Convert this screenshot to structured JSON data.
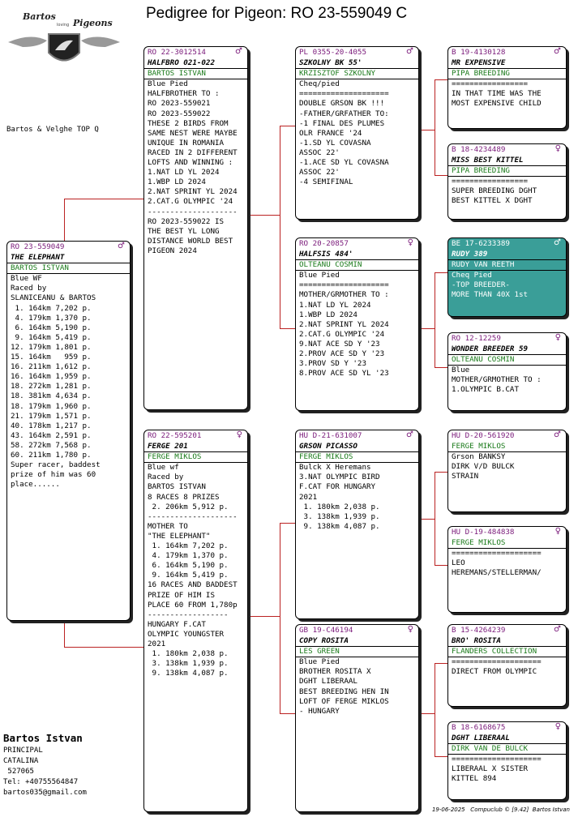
{
  "page_title": "Pedigree for Pigeon: RO  23-559049 C",
  "logo": {
    "line1": "Bartos",
    "line2": "Pigeons",
    "small": "loving"
  },
  "owner_tag": "Bartos & Velghe TOP Q",
  "colors": {
    "ring": "#7a1a7a",
    "breeder": "#1a7a1a",
    "connector": "#b22222",
    "highlight": "#3a9e98"
  },
  "birds": {
    "subject": {
      "ring": "RO  23-559049",
      "sex": "♂",
      "name": "THE ELEPHANT",
      "breeder": "BARTOS ISTVAN",
      "lines": [
        "Blue WF",
        "Raced by",
        "SLANICEANU & BARTOS",
        " 1. 164km 7,202 p.",
        " 4. 179km 1,370 p.",
        " 6. 164km 5,190 p.",
        " 9. 164km 5,419 p.",
        "12. 179km 1,801 p.",
        "15. 164km   959 p.",
        "16. 211km 1,612 p.",
        "16. 164km 1,959 p.",
        "18. 272km 1,281 p.",
        "18. 381km 4,634 p.",
        "18. 179km 1,960 p.",
        "21. 179km 1,571 p.",
        "40. 178km 1,217 p.",
        "43. 164km 2,591 p.",
        "58. 272km 7,568 p.",
        "60. 211km 1,780 p.",
        "Super racer, baddest",
        "prize of him was 60",
        "place......"
      ]
    },
    "sire": {
      "ring": "RO  22-3012514",
      "sex": "♂",
      "name": "HALFBRO 021-022",
      "breeder": "BARTOS ISTVAN",
      "lines": [
        "Blue Pied",
        "HALFBROTHER TO :",
        "RO 2023-559021",
        "RO 2023-559022",
        "THESE 2 BIRDS FROM",
        "SAME NEST WERE MAYBE",
        "UNIQUE IN ROMANIA",
        "RACED IN 2 DIFFERENT",
        "LOFTS AND WINNING :",
        "1.NAT LD YL 2024",
        "1.WBP LD 2024",
        "2.NAT SPRINT YL 2024",
        "2.CAT.G OLYMPIC '24",
        "--------------------",
        "RO 2023-559022 IS",
        "THE BEST YL LONG",
        "DISTANCE WORLD BEST",
        "PIGEON 2024"
      ]
    },
    "dam": {
      "ring": "RO  22-595201",
      "sex": "♀",
      "name": "FERGE 201",
      "breeder": "FERGE MIKLOS",
      "lines": [
        "Blue wf",
        "Raced by",
        "BARTOS ISTVAN",
        "8 RACES 8 PRIZES",
        " 2. 206km 5,912 p.",
        "--------------------",
        "MOTHER TO",
        "\"THE ELEPHANT\"",
        " 1. 164km 7,202 p.",
        " 4. 179km 1,370 p.",
        " 6. 164km 5,190 p.",
        " 9. 164km 5,419 p.",
        "16 RACES AND BADDEST",
        "PRIZE OF HIM IS",
        "PLACE 60 FROM 1,780p",
        "------------------",
        "HUNGARY F.CAT",
        "OLYMPIC YOUNGSTER",
        "2021",
        " 1. 180km 2,038 p.",
        " 3. 138km 1,939 p.",
        " 9. 138km 4,087 p."
      ]
    },
    "ss": {
      "ring": "PL  0355-20-4055",
      "sex": "♂",
      "name": "SZKOLNY BK 55'",
      "breeder": "KRZISZTOF SZKOLNY",
      "lines": [
        "Cheq/pied",
        "====================",
        "DOUBLE GRSON BK !!!",
        "-FATHER/GRFATHER TO:",
        "-1 FINAL DES PLUMES",
        "OLR FRANCE '24",
        "-1.SD YL COVASNA",
        "ASSOC 22'",
        "-1.ACE SD YL COVASNA",
        "ASSOC 22'",
        "-4 SEMIFINAL"
      ]
    },
    "sd": {
      "ring": "RO  20-20857",
      "sex": "♀",
      "name": "HALFSIS 484'",
      "breeder": "OLTEANU COSMIN",
      "lines": [
        "Blue Pied",
        "====================",
        "MOTHER/GRMOTHER TO :",
        "1.NAT LD YL 2024",
        "1.WBP LD 2024",
        "2.NAT SPRINT YL 2024",
        "2.CAT.G OLYMPIC '24",
        "9.NAT ACE SD Y '23",
        "2.PROV ACE SD Y '23",
        "3.PROV SD Y '23",
        "8.PROV ACE SD YL '23"
      ]
    },
    "ds": {
      "ring": "HU  D-21-631007",
      "sex": "♂",
      "name": "GRSON PICASSO",
      "breeder": "FERGE MIKLOS",
      "lines": [
        "Bulck X Heremans",
        "3.NAT OLYMPIC BIRD",
        "F.CAT FOR HUNGARY",
        "2021",
        " 1. 180km 2,038 p.",
        " 3. 138km 1,939 p.",
        " 9. 138km 4,087 p."
      ]
    },
    "dd": {
      "ring": "GB  19-C46194",
      "sex": "♀",
      "name": "COPY ROSITA",
      "breeder": "LES GREEN",
      "lines": [
        "Blue Pied",
        "BROTHER ROSITA X",
        "DGHT LIBERAAL",
        "BEST BREEDING HEN IN",
        "LOFT OF FERGE MIKLOS",
        "- HUNGARY"
      ]
    },
    "sss": {
      "ring": "B   19-4130128",
      "sex": "♂",
      "name": "MR EXPENSIVE",
      "breeder": "PIPA BREEDING",
      "lines": [
        "=================",
        "IN THAT TIME WAS THE",
        "MOST EXPENSIVE CHILD"
      ]
    },
    "ssd": {
      "ring": "B   18-4234489",
      "sex": "♀",
      "name": "MISS BEST KITTEL",
      "breeder": "PIPA BREEDING",
      "lines": [
        "=================",
        "SUPER BREEDING DGHT",
        "BEST KITTEL X DGHT"
      ]
    },
    "sds": {
      "ring": "BE  17-6233389",
      "sex": "♂",
      "name": "RUDY 389",
      "breeder": "RUDY VAN REETH",
      "lines": [
        "Cheq Pied",
        "-TOP BREEDER-",
        "MORE THAN 40X 1st"
      ]
    },
    "sdd": {
      "ring": "RO  12-12259",
      "sex": "♀",
      "name": "WONDER BREEDER 59",
      "breeder": "OLTEANU COSMIN",
      "lines": [
        "Blue",
        "MOTHER/GRMOTHER TO :",
        "1.OLYMPIC B.CAT"
      ]
    },
    "dss": {
      "ring": "HU  D-20-561920",
      "sex": "♂",
      "name": "",
      "breeder": "FERGE MIKLOS",
      "lines": [
        "Grson BANKSY",
        "DIRK V/D BULCK",
        "STRAIN"
      ]
    },
    "dsd": {
      "ring": "HU  D-19-484838",
      "sex": "♀",
      "name": "",
      "breeder": "FERGE MIKLOS",
      "lines": [
        "====================",
        "LEO",
        "HEREMANS/STELLERMAN/"
      ]
    },
    "dds": {
      "ring": "B   15-4264239",
      "sex": "♂",
      "name": "BRO' ROSITA",
      "breeder": "FLANDERS COLLECTION",
      "lines": [
        "",
        "====================",
        "DIRECT FROM OLYMPIC"
      ]
    },
    "ddd": {
      "ring": "B   18-6168675",
      "sex": "♀",
      "name": "DGHT LIBERAAL",
      "breeder": "DIRK VAN DE BULCK",
      "lines": [
        "====================",
        "LIBERAAL X SISTER",
        "KITTEL 894"
      ]
    }
  },
  "footer": {
    "breeder_name": "Bartos Istvan",
    "lines": [
      "PRINCIPAL",
      "CATALINA",
      " 527065",
      "Tel: +40755564847",
      "bartos035@gmail.com"
    ],
    "printed": "19-06-2025   Compuclub © [9.42]  Bartos Istvan"
  }
}
